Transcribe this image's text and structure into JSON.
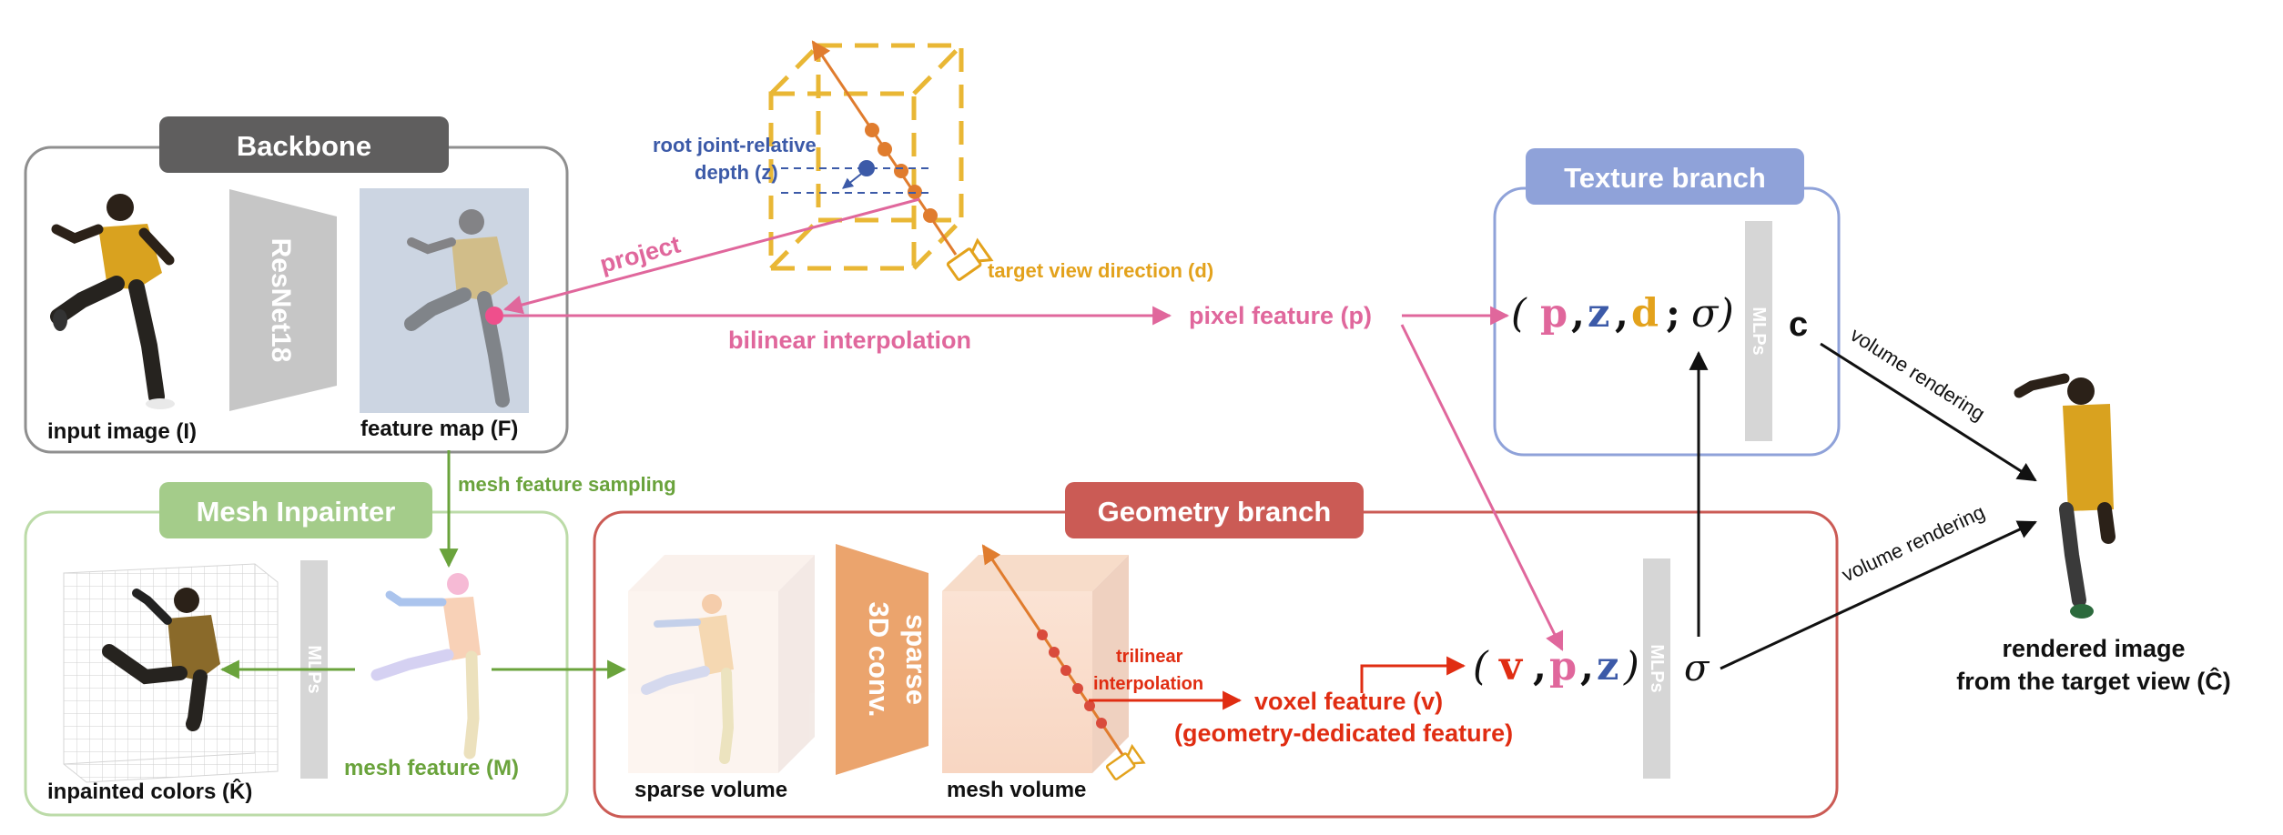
{
  "backbone": {
    "title": "Backbone",
    "network": "ResNet18",
    "input_caption": "input image (I)",
    "feature_caption": "feature map (F)"
  },
  "mesh_inpainter": {
    "title": "Mesh Inpainter",
    "mlp": "MLPs",
    "inpainted_caption": "inpainted colors (K̂)",
    "mesh_feature_caption": "mesh feature (M)"
  },
  "geometry_branch": {
    "title": "Geometry branch",
    "conv_line1": "sparse",
    "conv_line2": "3D conv.",
    "sparse_volume_caption": "sparse volume",
    "mesh_volume_caption": "mesh volume",
    "trilinear_line1": "trilinear",
    "trilinear_line2": "interpolation",
    "voxel_feature": "voxel feature (v)",
    "voxel_feature_note": "(geometry-dedicated feature)",
    "mlp": "MLPs",
    "tuple": {
      "open": "(",
      "v": "v",
      "c1": ",",
      "p": "p",
      "c2": ",",
      "z": "z",
      "close": ")"
    },
    "sigma": "σ"
  },
  "texture_branch": {
    "title": "Texture branch",
    "mlp": "MLPs",
    "tuple": {
      "open": "(",
      "p": "p",
      "c1": ",",
      "z": "z",
      "c2": ",",
      "d": "d",
      "semi": ";",
      "sigma": "σ",
      "close": ")"
    },
    "c": "c"
  },
  "labels": {
    "mesh_feature_sampling": "mesh feature sampling",
    "project": "project",
    "bilinear": "bilinear interpolation",
    "pixel_feature": "pixel feature (p)",
    "root_depth_line1": "root joint-relative",
    "root_depth_line2": "depth (z)",
    "target_view": "target view direction (d)",
    "volume_rendering_top": "volume rendering",
    "volume_rendering_bottom": "volume rendering",
    "rendered_line1": "rendered image",
    "rendered_line2": "from the target view (Ĉ)"
  },
  "colors": {
    "backbone_title_bg": "#5f5e5e",
    "mesh_title_bg": "#a4cc8a",
    "geometry_title_bg": "#cb5b55",
    "texture_title_bg": "#8fa2d9",
    "pink": "#e0679c",
    "green": "#6aa33c",
    "red": "#e02d12",
    "blue": "#3c5aa8",
    "orange": "#e3a21c",
    "dot_orange": "#e07c2e"
  },
  "icons": [
    "camera-icon",
    "person-figure"
  ]
}
